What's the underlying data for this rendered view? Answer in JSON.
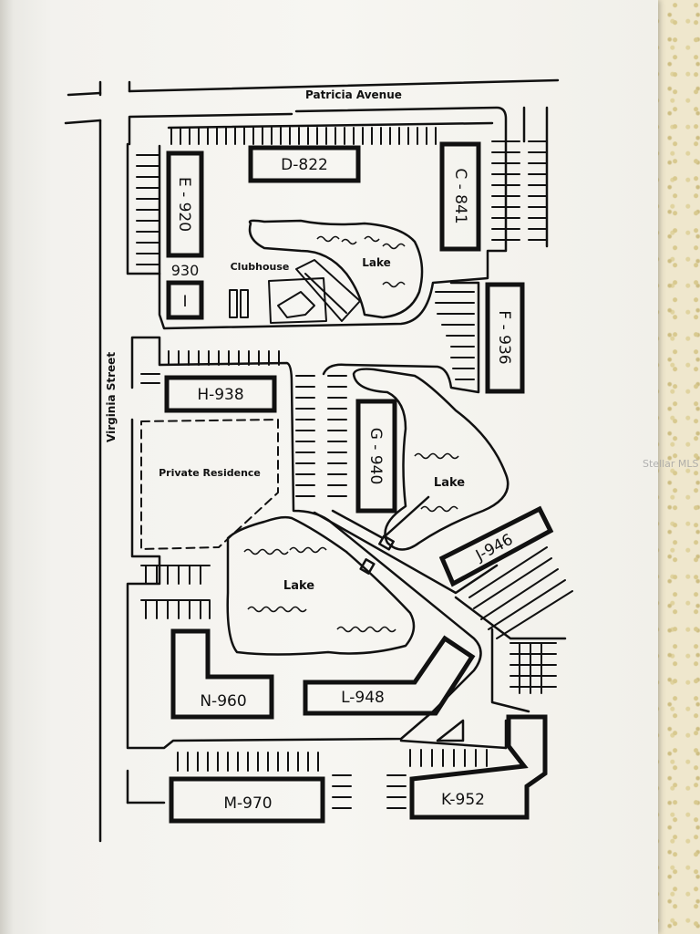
{
  "streets": {
    "top": "Patricia Avenue",
    "left": "Virginia Street"
  },
  "buildings": {
    "d": "D-822",
    "c": "C - 841",
    "e": "E - 920",
    "num930": "930",
    "i": "I",
    "f": "F - 936",
    "h": "H-938",
    "g": "G - 940",
    "j": "J-946",
    "n": "N-960",
    "l": "L-948",
    "m": "M-970",
    "k": "K-952"
  },
  "areas": {
    "clubhouse": "Clubhouse",
    "lake1": "Lake",
    "lake2": "Lake",
    "lake3": "Lake",
    "private": "Private Residence"
  },
  "watermark": "Stellar MLS"
}
